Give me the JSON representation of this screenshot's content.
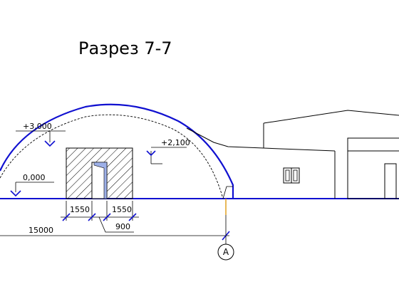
{
  "title": "Разрез 7-7",
  "elevations": {
    "top": "+3,000",
    "mid": "+2,100",
    "zero": "0,000"
  },
  "dimensions": {
    "left_1550": "1550",
    "right_1550": "1550",
    "door_900": "900",
    "span_15000": "15000"
  },
  "axis_label": "А",
  "colors": {
    "arch": "#1010d0",
    "dim_tick": "#1010d0",
    "lines": "#000000",
    "axis_marker": "#e0a020"
  }
}
